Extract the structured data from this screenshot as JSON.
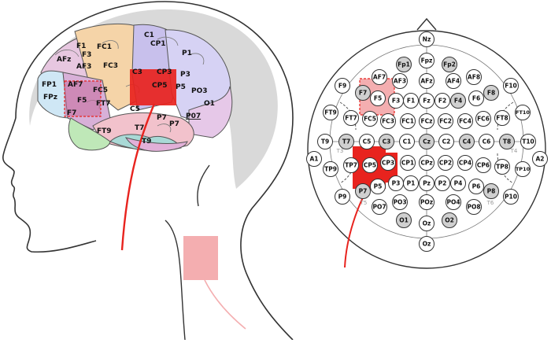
{
  "colors": {
    "stim_red": "#e8231e",
    "stim_red_light": "#f4aeb0",
    "electrode_grey": "#d0d0d0",
    "electrode_white": "#ffffff",
    "skull_grey": "#d6d6d6",
    "outline": "#333333"
  },
  "head_labels": {
    "f1": "F1",
    "f3": "F3",
    "fc1": "FC1",
    "fc3": "FC3",
    "c1": "C1",
    "cp1": "CP1",
    "p1": "P1",
    "c3": "C3",
    "cp3": "CP3",
    "cp5": "CP5",
    "p3": "P3",
    "p5": "P5",
    "po3": "PO3",
    "o1": "O1",
    "afz": "AFz",
    "af3": "AF3",
    "fp1": "FP1",
    "fpz": "FPz",
    "af7": "AF7",
    "fc5": "FC5",
    "f5": "F5",
    "ft7": "FT7",
    "f7": "F7",
    "c5": "C5",
    "ft9": "FT9",
    "t7": "T7",
    "p7": "P7",
    "po7": "P07",
    "p7b": "P7",
    "t9": "T9"
  },
  "topo": {
    "nz": "Nz",
    "fpz": "Fpz",
    "fp1": "Fp1",
    "fp2": "Fp2",
    "af7": "AF7",
    "af3": "AF3",
    "afz": "AFz",
    "af4": "AF4",
    "af8": "AF8",
    "f9": "F9",
    "f7": "F7",
    "f5": "F5",
    "f3": "F3",
    "f1": "F1",
    "fz": "Fz",
    "f2": "F2",
    "f4": "F4",
    "f6": "F6",
    "f8": "F8",
    "f10": "F10",
    "ft9": "FT9",
    "ft7": "FT7",
    "fc5": "FC5",
    "fc3": "FC3",
    "fc1": "FC1",
    "fcz": "FCz",
    "fc2": "FC2",
    "fc4": "FC4",
    "fc6": "FC6",
    "ft8": "FT8",
    "ft10": "FT10",
    "t9": "T9",
    "t7": "T7",
    "c5": "C5",
    "c3": "C3",
    "c1": "C1",
    "cz": "Cz",
    "c2": "C2",
    "c4": "C4",
    "c6": "C6",
    "t8": "T8",
    "t10": "T10",
    "t3": "T3",
    "t4": "T4",
    "a1": "A1",
    "a2": "A2",
    "tp9": "TP9",
    "tp7": "TP7",
    "cp5": "CP5",
    "cp3": "CP3",
    "cp1": "CP1",
    "cpz": "CPz",
    "cp2": "CP2",
    "cp4": "CP4",
    "cp6": "CP6",
    "tp8": "TP8",
    "tp10": "TP10",
    "p9": "P9",
    "p7": "P7",
    "p5": "P5",
    "p3": "P3",
    "p1": "P1",
    "pz": "Pz",
    "p2": "P2",
    "p4": "P4",
    "p6": "P6",
    "p8": "P8",
    "p10": "P10",
    "t5": "T5",
    "t6": "T6",
    "po7": "PO7",
    "po3": "PO3",
    "poz": "POz",
    "po4": "PO4",
    "po8": "PO8",
    "o1": "O1",
    "oz": "Oz",
    "o2": "O2",
    "iz": "Oz"
  }
}
